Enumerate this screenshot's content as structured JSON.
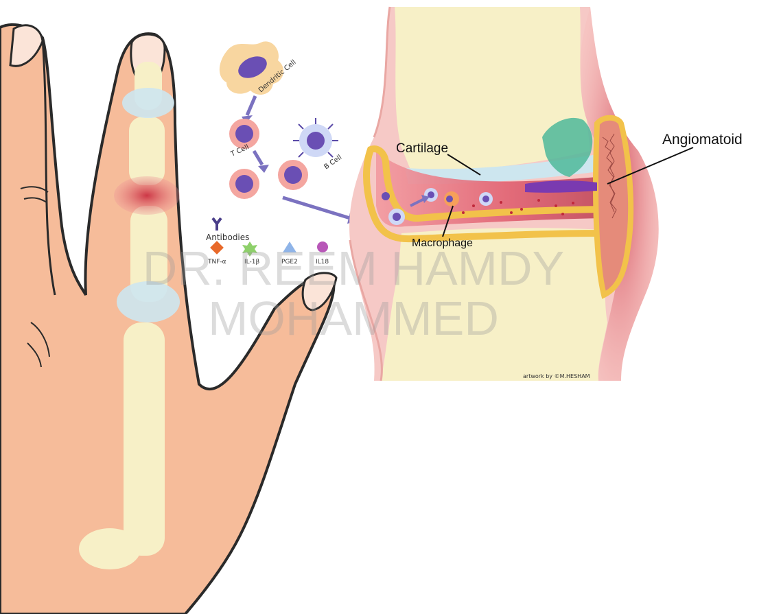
{
  "labels": {
    "cartilage": "Cartilage",
    "angiomatoid": "Angiomatoid",
    "macrophage": "Macrophage",
    "dendritic_cell": "Dendritic Cell",
    "t_cell": "T Cell",
    "b_cell": "B Cell",
    "antibodies": "Antibodies",
    "tnf": "TNF-α",
    "il1b": "IL-1β",
    "pge2": "PGE2",
    "il18": "IL18",
    "credit": "artwork by ©M.HESHAM"
  },
  "watermark": {
    "line1": "DR. REEM HAMDY",
    "line2": "MOHAMMED"
  },
  "colors": {
    "skin": "#f6bc9a",
    "bone": "#f7f0c7",
    "cartilage": "#cde6ef",
    "inflamed": "#e05a6a",
    "synovium": "#f2c24a",
    "cell_purple": "#6a4fb4",
    "arrow": "#7b72c0"
  }
}
